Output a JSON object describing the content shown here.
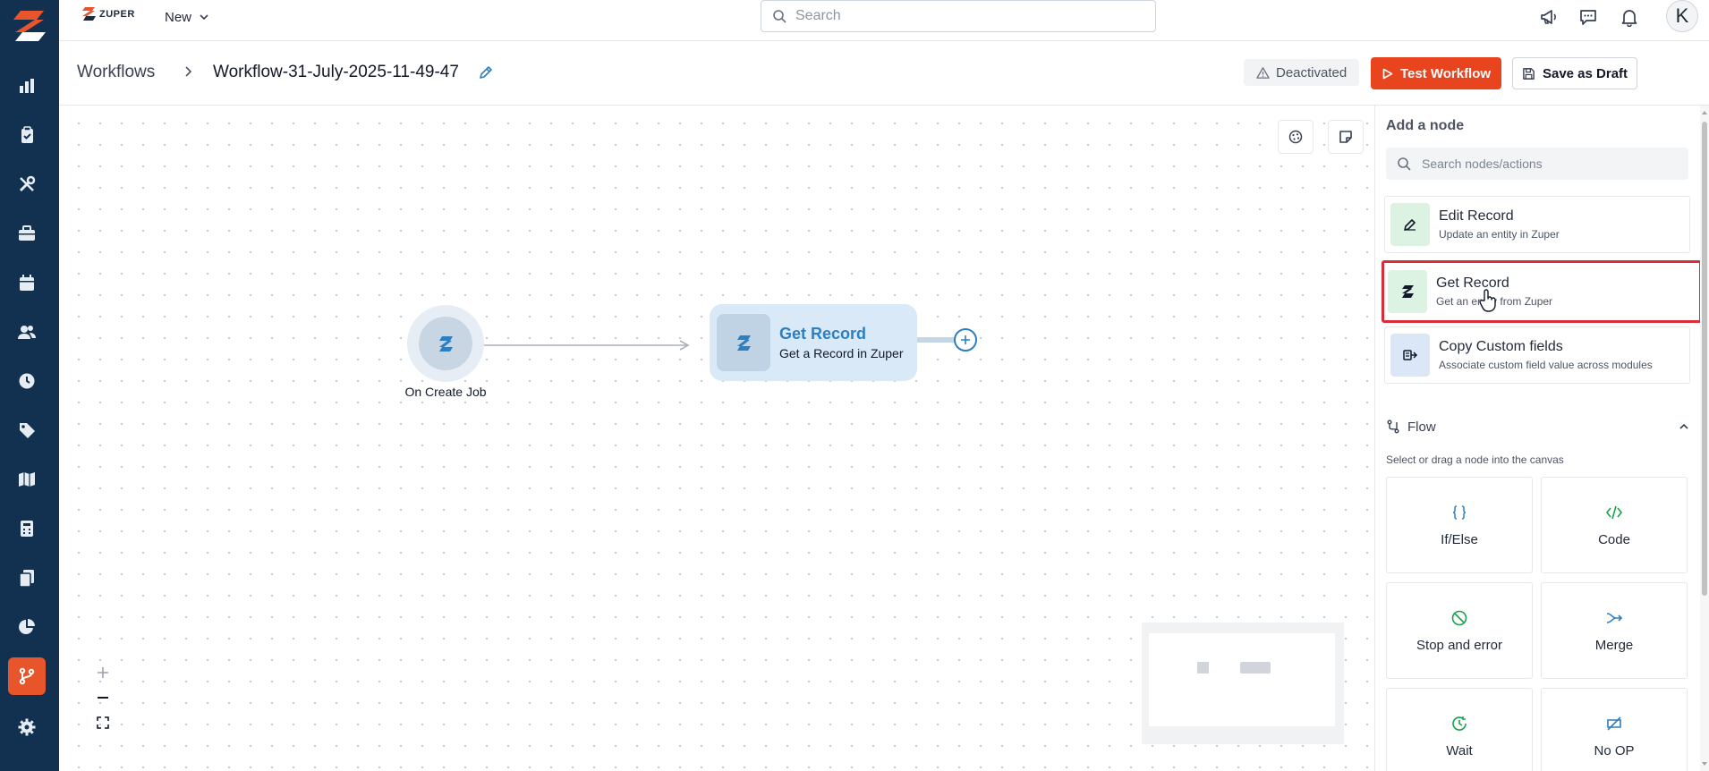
{
  "topbar": {
    "brand": "ZUPER",
    "new_label": "New",
    "search_placeholder": "Search",
    "avatar_initial": "K"
  },
  "rail": {
    "items": [
      {
        "icon": "chart-icon"
      },
      {
        "icon": "clipboard-icon"
      },
      {
        "icon": "tools-icon"
      },
      {
        "icon": "briefcase-icon"
      },
      {
        "icon": "calendar-icon"
      },
      {
        "icon": "users-icon"
      },
      {
        "icon": "clock-icon"
      },
      {
        "icon": "tag-icon"
      },
      {
        "icon": "map-icon"
      },
      {
        "icon": "calculator-icon"
      },
      {
        "icon": "documents-icon"
      },
      {
        "icon": "pie-chart-icon"
      },
      {
        "icon": "workflow-icon",
        "active": true
      },
      {
        "icon": "settings-icon"
      }
    ]
  },
  "header": {
    "breadcrumb_root": "Workflows",
    "workflow_name": "Workflow-31-July-2025-11-49-47",
    "status": "Deactivated",
    "test_label": "Test Workflow",
    "draft_label": "Save as Draft"
  },
  "canvas": {
    "trigger_label": "On Create Job",
    "action_title": "Get Record",
    "action_subtitle": "Get a Record in Zuper"
  },
  "panel": {
    "title": "Add a node",
    "search_placeholder": "Search nodes/actions",
    "nodes": [
      {
        "name": "Edit Record",
        "desc": "Update an entity in Zuper",
        "icon": "edit-icon"
      },
      {
        "name": "Get Record",
        "desc": "Get an entity from Zuper",
        "icon": "zuper-icon",
        "selected": true
      },
      {
        "name": "Copy Custom fields",
        "desc": "Associate custom field value across modules",
        "icon": "copy-fields-icon"
      }
    ],
    "flow_title": "Flow",
    "flow_hint": "Select or drag a node into the canvas",
    "flow_tiles": [
      {
        "label": "If/Else",
        "icon": "braces-icon"
      },
      {
        "label": "Code",
        "icon": "code-icon"
      },
      {
        "label": "Stop and error",
        "icon": "stop-icon"
      },
      {
        "label": "Merge",
        "icon": "merge-icon"
      },
      {
        "label": "Wait",
        "icon": "wait-icon"
      },
      {
        "label": "No OP",
        "icon": "no-op-icon"
      }
    ]
  },
  "colors": {
    "rail_bg": "#12304f",
    "accent": "#e8451f",
    "node_blue": "#2d7fc1",
    "selection_red": "#d92e3a",
    "flow_green": "#16a34a"
  }
}
